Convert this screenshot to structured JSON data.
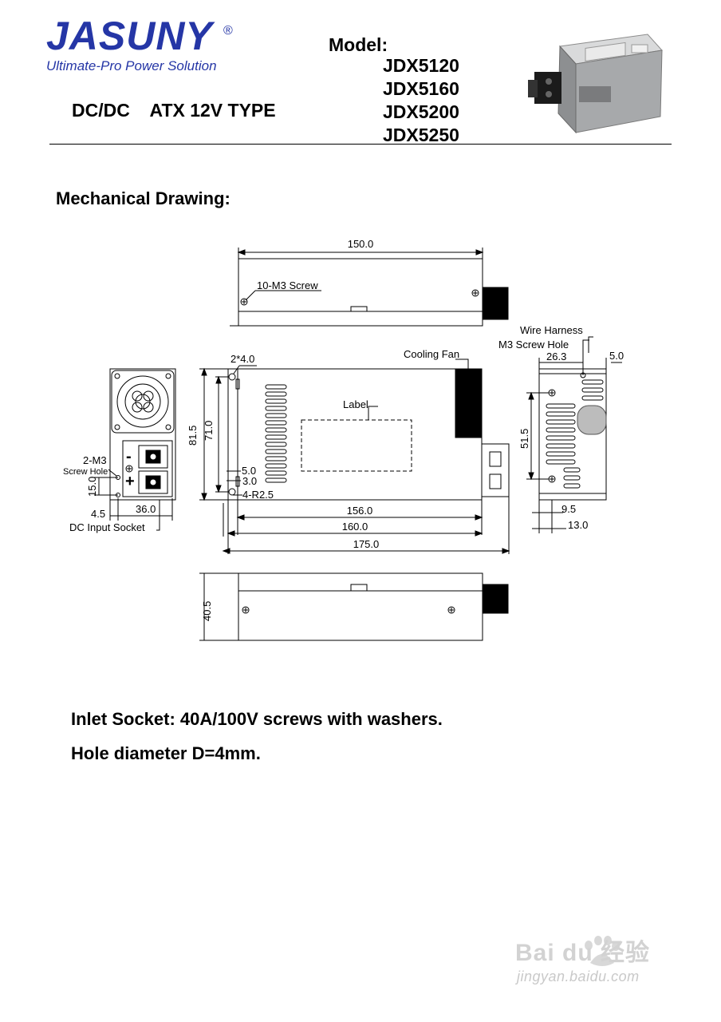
{
  "header": {
    "brand": "JASUNY",
    "registered": "®",
    "tagline": "Ultimate-Pro Power Solution",
    "product_type": "DC/DC    ATX 12V TYPE",
    "model_label": "Model:",
    "models": [
      "JDX5120",
      "JDX5160",
      "JDX5200",
      "JDX5250"
    ]
  },
  "section_title": "Mechanical Drawing:",
  "drawing": {
    "top_width": "150.0",
    "top_screw": "10-M3 Screw",
    "wire_harness": "Wire Harness",
    "m3_hole": "M3 Screw Hole",
    "cooling_fan": "Cooling Fan",
    "label": "Label",
    "hole_dia": "2*4.0",
    "height_81": "81.5",
    "height_71": "71.0",
    "dim_5_0": "5.0",
    "dim_3_0": "3.0",
    "radius": "4-R2.5",
    "len_156": "156.0",
    "len_160": "160.0",
    "len_175": "175.0",
    "side_26": "26.3",
    "side_5": "5.0",
    "side_51": "51.5",
    "side_9": "9.5",
    "side_13": "13.0",
    "m3_front": "2-M3",
    "screw_hole": "Screw Hole",
    "minus": "-",
    "plus": "+",
    "front_15": "15.0",
    "front_4": "4.5",
    "front_36": "36.0",
    "dc_socket": "DC Input Socket",
    "bottom_height": "40.5"
  },
  "notes": [
    "Inlet Socket: 40A/100V screws with washers.",
    "Hole diameter D=4mm."
  ],
  "watermark": {
    "brand": "Bai du 经验",
    "url": "jingyan.baidu.com"
  }
}
